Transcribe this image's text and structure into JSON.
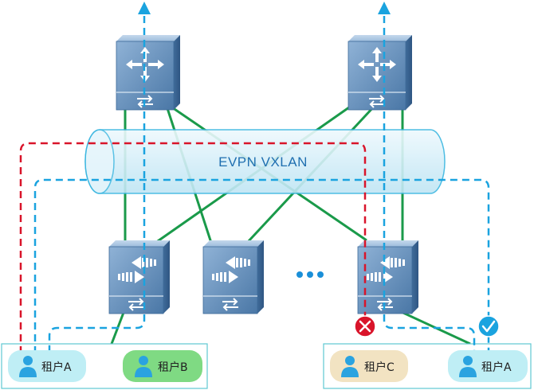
{
  "tube": {
    "label": "EVPN VXLAN"
  },
  "tenants": [
    {
      "label": "租户A",
      "status": "",
      "fill": "#bfeef5",
      "icon": "person-icon"
    },
    {
      "label": "租户B",
      "status": "",
      "fill": "#7fda83",
      "icon": "person-icon"
    },
    {
      "label": "租户C",
      "status": "blocked",
      "fill": "#f2e3c2",
      "icon": "person-icon"
    },
    {
      "label": "租户A",
      "status": "allowed",
      "fill": "#bfeef5",
      "icon": "person-icon"
    }
  ],
  "switches": {
    "spines": [
      {
        "icon": "router-icon"
      },
      {
        "icon": "router-icon"
      }
    ],
    "leaves": [
      {
        "icon": "leaf-switch-icon"
      },
      {
        "icon": "leaf-switch-icon"
      },
      {
        "icon": "leaf-switch-icon"
      }
    ]
  },
  "colors": {
    "fabric_link": "#1a9a4a",
    "allowed_path": "#1aa3df",
    "blocked_path": "#d9142a",
    "device_body": "#5b86b3",
    "tube_fill": "#dff2fa",
    "tube_stroke": "#3ab6e0",
    "group_border": "#5fc9d2",
    "allowed_badge": "#1aa3df",
    "blocked_badge": "#d9142a"
  }
}
